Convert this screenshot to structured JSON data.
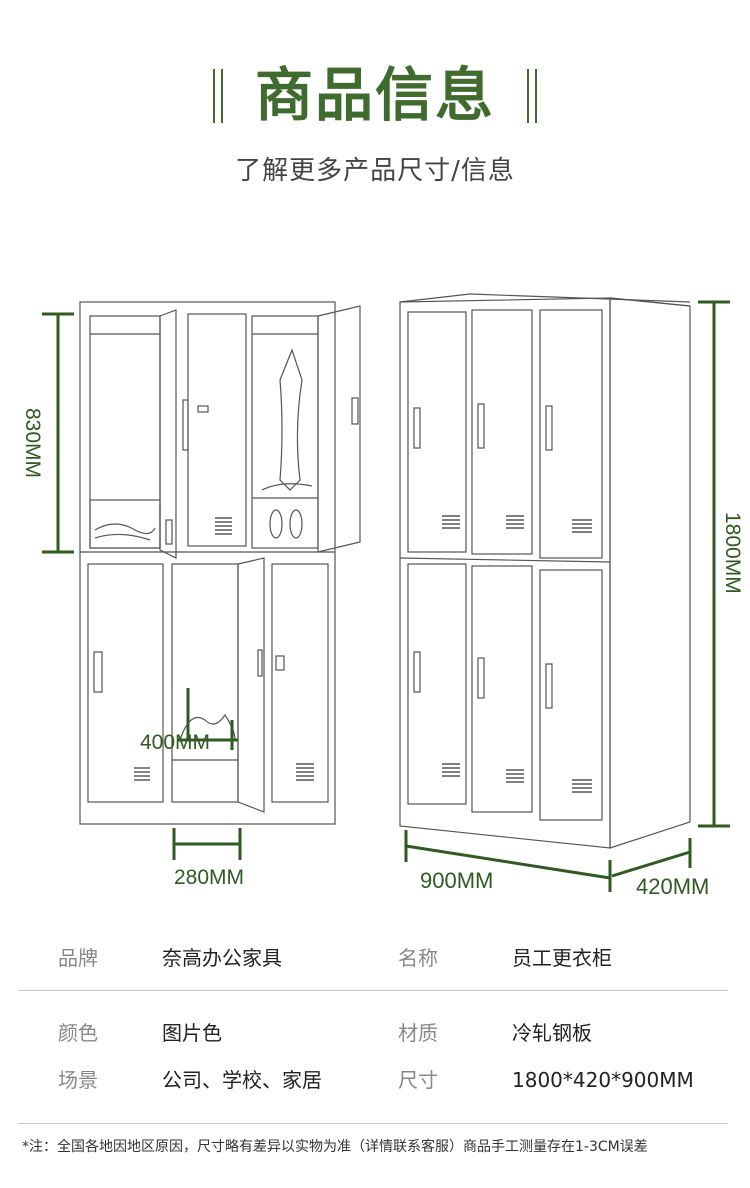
{
  "header": {
    "title": "商品信息",
    "subtitle": "了解更多产品尺寸/信息"
  },
  "dimensions": {
    "upper_height": "830MM",
    "lower_height": "400MM",
    "door_width": "280MM",
    "total_height": "1800MM",
    "total_width": "900MM",
    "total_depth": "420MM"
  },
  "specs": {
    "brand_label": "品牌",
    "brand_value": "奈高办公家具",
    "name_label": "名称",
    "name_value": "员工更衣柜",
    "color_label": "颜色",
    "color_value": "图片色",
    "material_label": "材质",
    "material_value": "冷轧钢板",
    "scene_label": "场景",
    "scene_value": "公司、学校、家居",
    "size_label": "尺寸",
    "size_value": "1800*420*900MM"
  },
  "footer": {
    "note": "*注：全国各地因地区原因，尺寸略有差异以实物为准（详情联系客服）商品手工测量存在1-3CM误差"
  },
  "colors": {
    "accent": "#3f6b2e",
    "line": "#444444"
  }
}
